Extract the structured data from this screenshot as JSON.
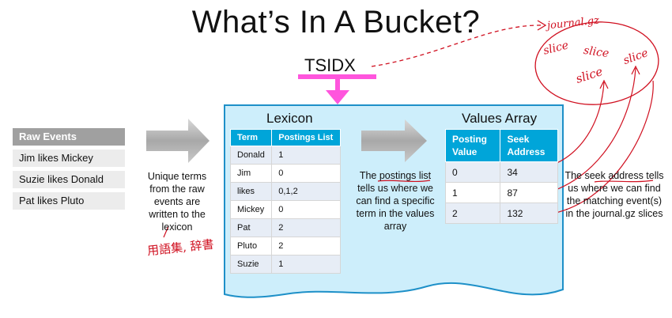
{
  "title": "What’s In A Bucket?",
  "tsidx_label": "TSIDX",
  "raw_events": {
    "header": "Raw Events",
    "rows": [
      "Jim likes Mickey",
      "Suzie likes Donald",
      "Pat likes Pluto"
    ]
  },
  "unique_terms_note": "Unique terms from the raw events are written to the lexicon",
  "lexicon": {
    "title": "Lexicon",
    "columns": [
      "Term",
      "Postings List"
    ],
    "rows": [
      [
        "Donald",
        "1"
      ],
      [
        "Jim",
        "0"
      ],
      [
        "likes",
        "0,1,2"
      ],
      [
        "Mickey",
        "0"
      ],
      [
        "Pat",
        "2"
      ],
      [
        "Pluto",
        "2"
      ],
      [
        "Suzie",
        "1"
      ]
    ]
  },
  "postings_note": {
    "pre": "The ",
    "highlight": "postings list",
    "post": " tells us where we can find a specific term in the values array"
  },
  "values_array": {
    "title": "Values Array",
    "columns": [
      "Posting Value",
      "Seek Address"
    ],
    "rows": [
      [
        "0",
        "34"
      ],
      [
        "1",
        "87"
      ],
      [
        "2",
        "132"
      ]
    ]
  },
  "seek_note": {
    "pre": "The ",
    "highlight": "seek address",
    "post": " tells us where we can find the matching event(s) in the journal.gz slices"
  },
  "handwriting": {
    "journal": "journal.gz",
    "slice_label": "slice",
    "chinese_note": "用語集, 辞書"
  },
  "colors": {
    "accent_blue": "#00a5d9",
    "panel_fill": "#cdeefb",
    "panel_border": "#1e90c8",
    "tsidx_marker": "#ff55dd",
    "annotation_red": "#d01020"
  }
}
